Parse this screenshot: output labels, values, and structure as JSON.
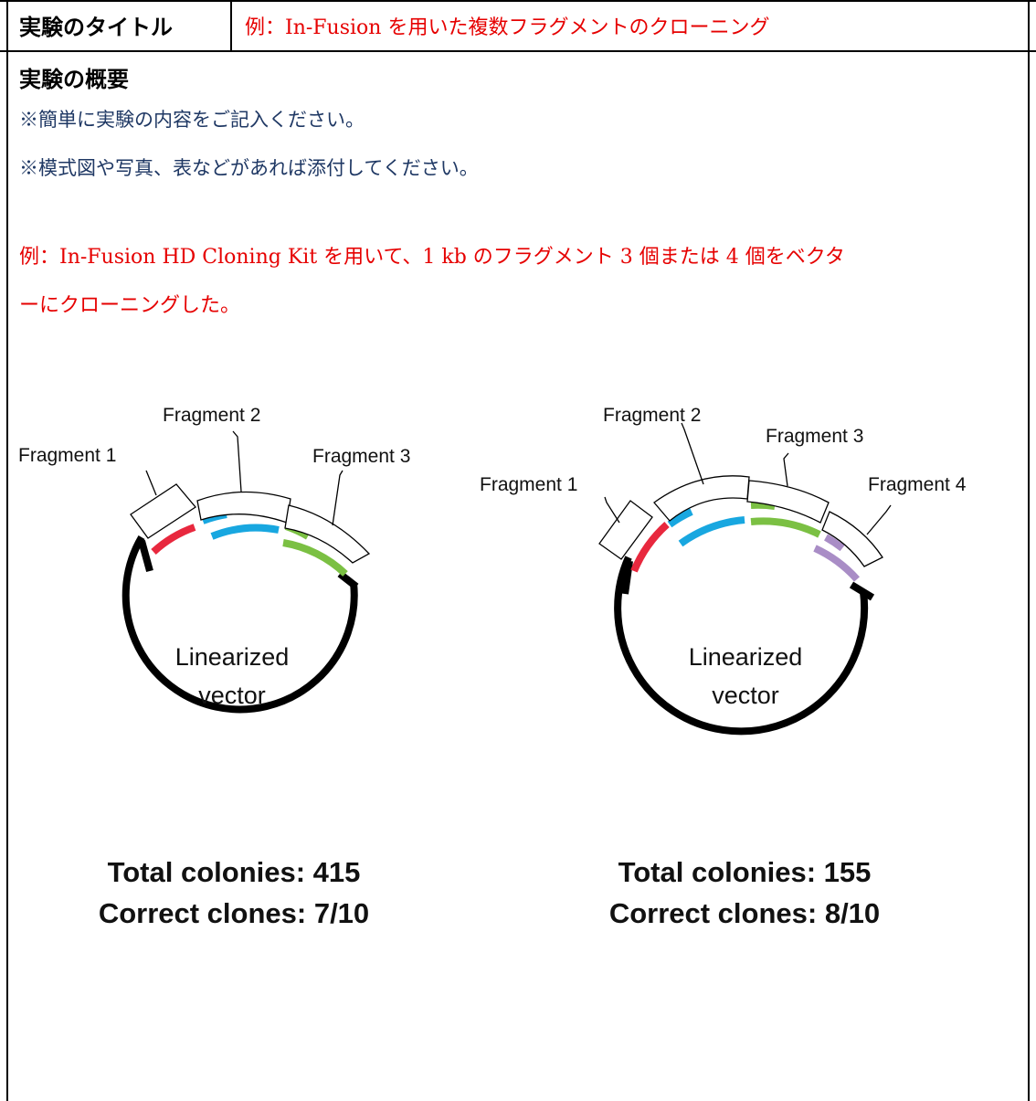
{
  "header": {
    "title_label": "実験のタイトル",
    "title_example": "例：In-Fusion を用いた複数フラグメントのクローニング"
  },
  "overview": {
    "heading": "実験の概要",
    "notes": [
      "※簡単に実験の内容をご記入ください。",
      "※模式図や写真、表などがあれば添付してください。"
    ],
    "example_lines": [
      "例：In-Fusion HD Cloning Kit を用いて、1 kb のフラグメント 3 個または 4 個をベクタ",
      "ーにクローニングした。"
    ]
  },
  "figure": {
    "left": {
      "fragments": [
        "Fragment 1",
        "Fragment 2",
        "Fragment 3"
      ],
      "vector_label": [
        "Linearized",
        "vector"
      ],
      "total_colonies": "Total colonies: 415",
      "correct_clones": "Correct clones: 7/10"
    },
    "right": {
      "fragments": [
        "Fragment 1",
        "Fragment 2",
        "Fragment 3",
        "Fragment 4"
      ],
      "vector_label": [
        "Linearized",
        "vector"
      ],
      "total_colonies": "Total colonies: 155",
      "correct_clones": "Correct clones: 8/10"
    },
    "colors": {
      "vector": "#000000",
      "fragment1": "#e8283e",
      "fragment2": "#18a7e0",
      "fragment3": "#7bc043",
      "fragment4": "#a98dc6"
    }
  }
}
